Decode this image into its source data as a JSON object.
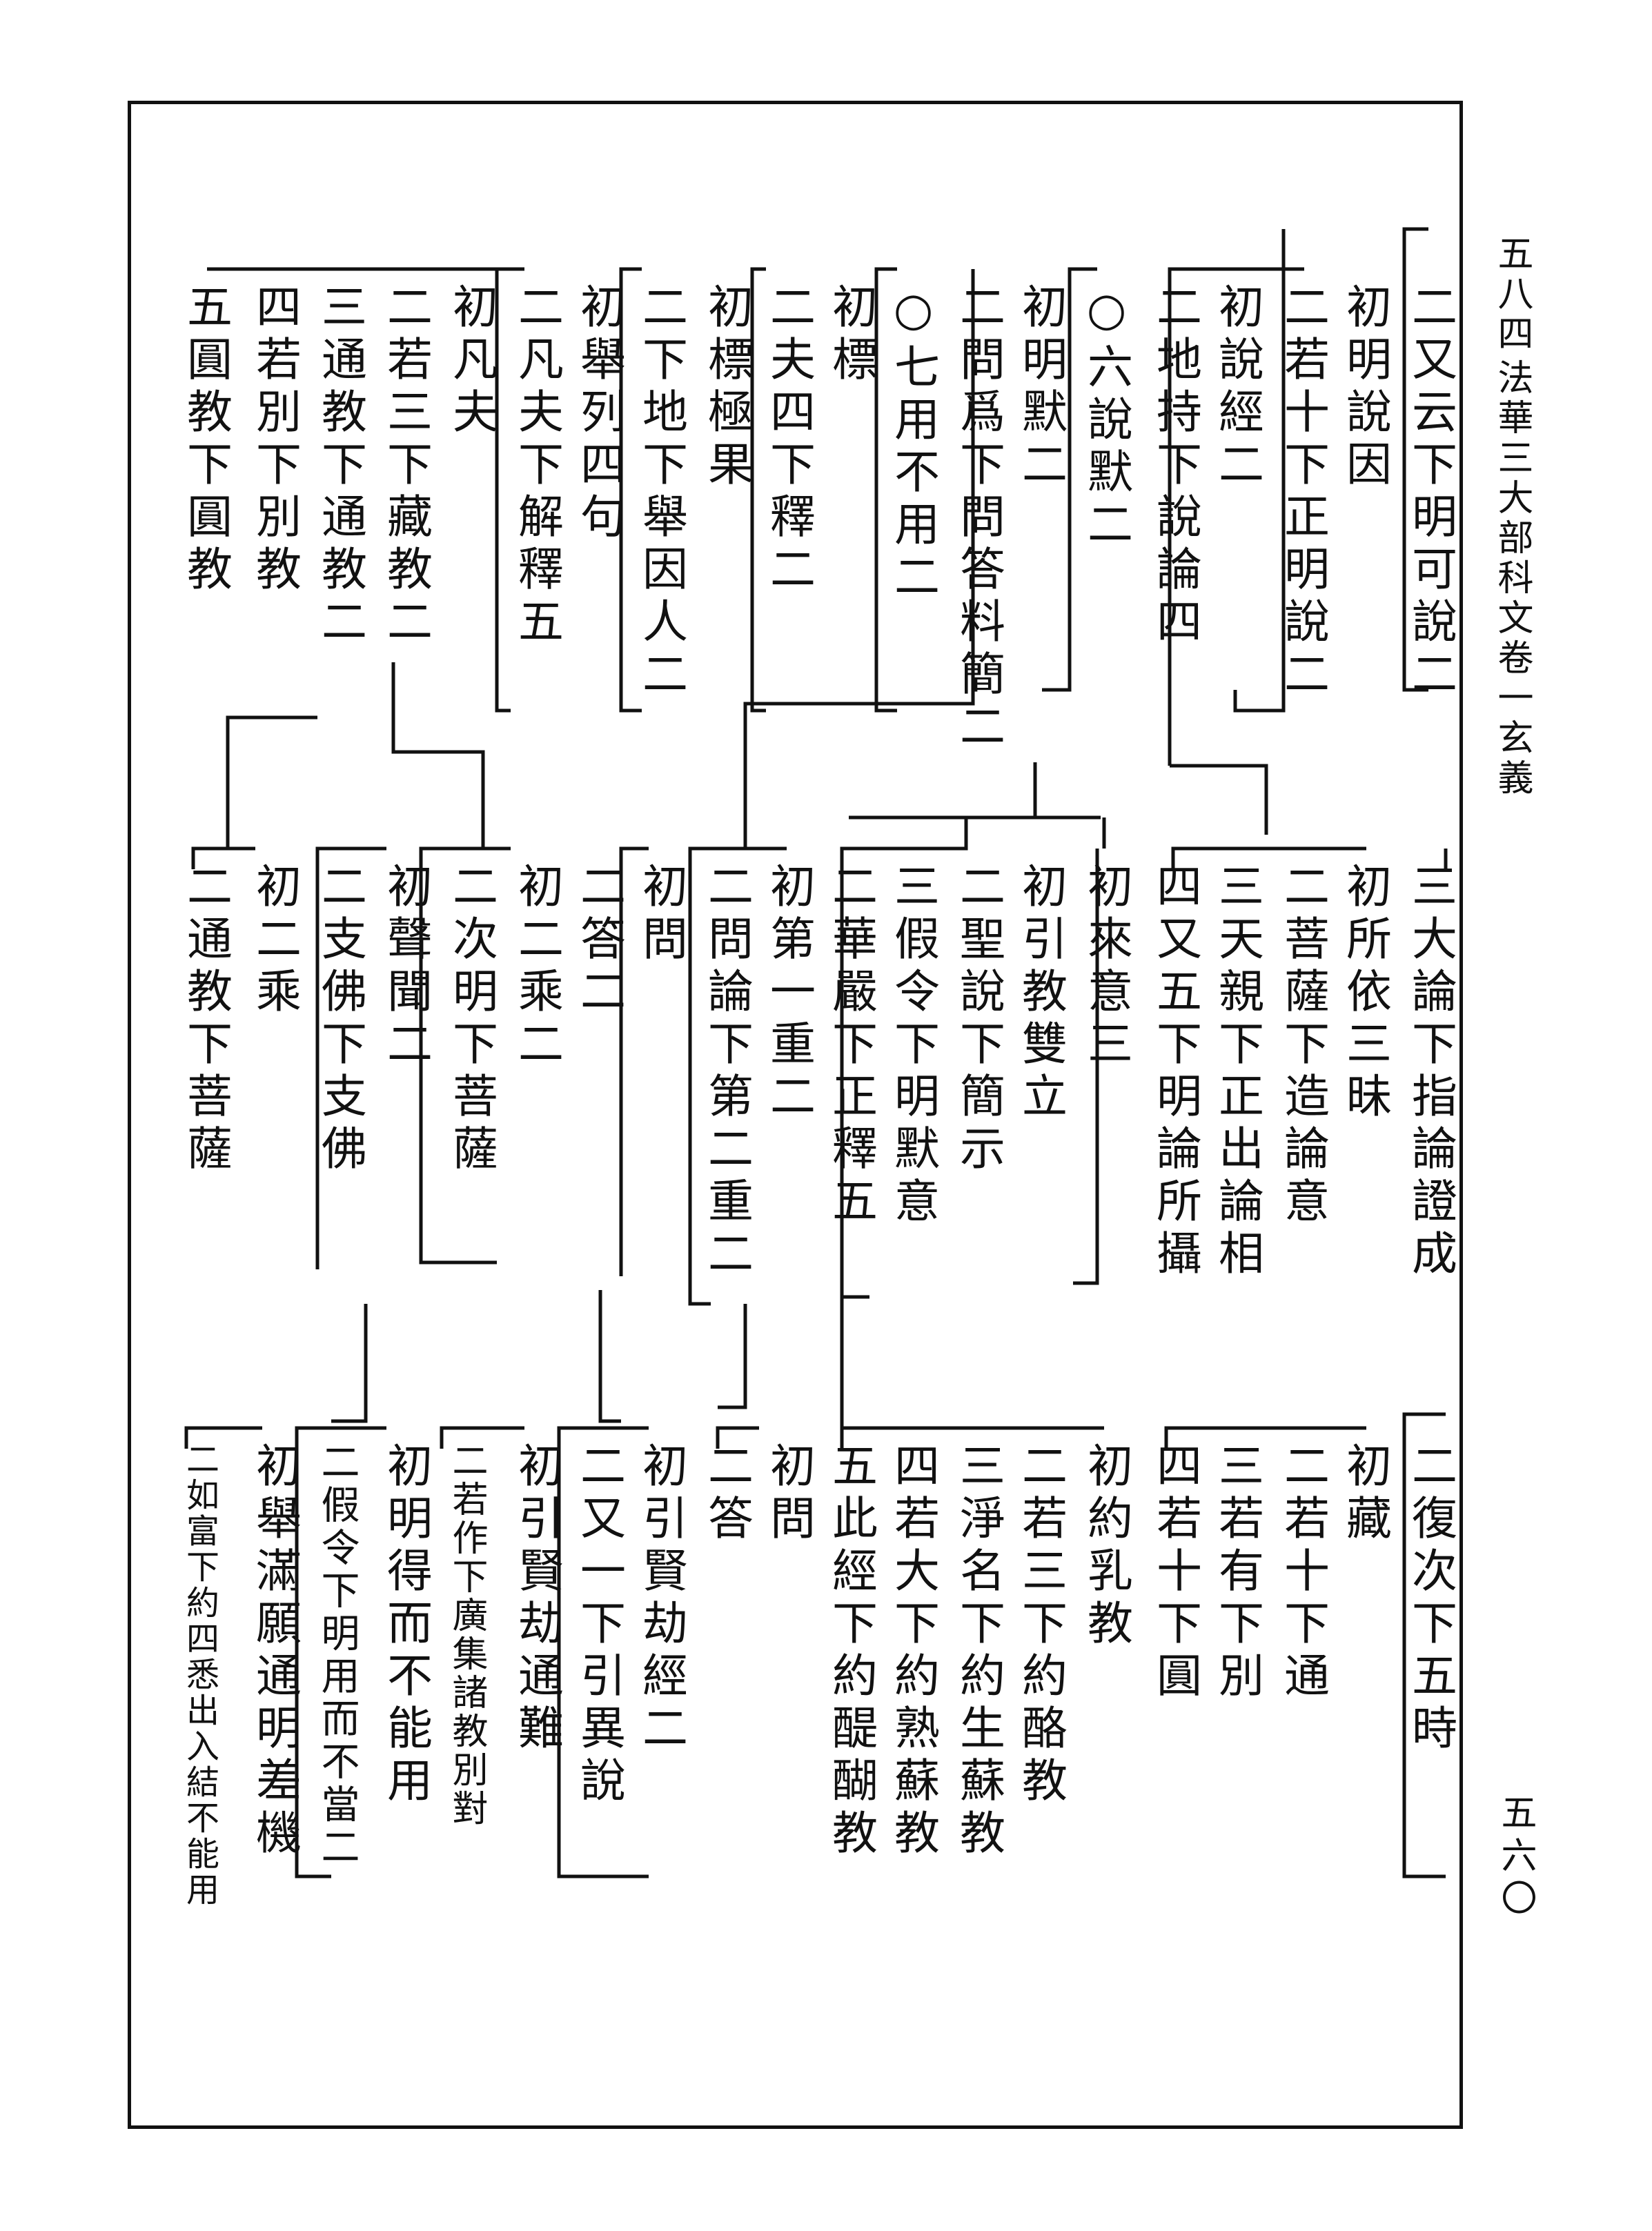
{
  "header": {
    "page_number": "五八四",
    "title": "法華三大部科文卷一玄義"
  },
  "footer": {
    "page_number": "五六〇"
  },
  "tiers": [
    {
      "name": "tier-1",
      "columns": [
        {
          "key": "t1c1",
          "text": "二又云下明可說二"
        },
        {
          "key": "t1c2",
          "text": "初明說因"
        },
        {
          "key": "t1c3",
          "text": "二若十下正明說二"
        },
        {
          "key": "t1c4",
          "text": "初說經二"
        },
        {
          "key": "t1c5",
          "text": "二地持下說論四"
        },
        {
          "key": "t1c6",
          "text": "○六說默二"
        },
        {
          "key": "t1c7",
          "text": "初明默二"
        },
        {
          "key": "t1c8",
          "text": "二問爲下問答料簡二"
        },
        {
          "key": "t1c9",
          "text": "○七用不用二"
        },
        {
          "key": "t1c10",
          "text": "初標"
        },
        {
          "key": "t1c11",
          "text": "二夫四下釋二"
        },
        {
          "key": "t1c12",
          "text": "初標極果"
        },
        {
          "key": "t1c13",
          "text": "二下地下舉因人二"
        },
        {
          "key": "t1c14",
          "text": "初舉列四句"
        },
        {
          "key": "t1c15",
          "text": "二凡夫下解釋五"
        },
        {
          "key": "t1c16",
          "text": "初凡夫"
        },
        {
          "key": "t1c17",
          "text": "二若三下藏教二"
        },
        {
          "key": "t1c18",
          "text": "三通教下通教二"
        },
        {
          "key": "t1c19",
          "text": "四若別下別教"
        },
        {
          "key": "t1c20",
          "text": "五圓教下圓教"
        }
      ]
    },
    {
      "name": "tier-2",
      "columns": [
        {
          "key": "t2c1",
          "text": "三大論下指論證成"
        },
        {
          "key": "t2c2",
          "text": "初所依三昧"
        },
        {
          "key": "t2c3",
          "text": "二菩薩下造論意"
        },
        {
          "key": "t2c4",
          "text": "三天親下正出論相"
        },
        {
          "key": "t2c5",
          "text": "四又五下明論所攝"
        },
        {
          "key": "t2c6",
          "text": "初來意三"
        },
        {
          "key": "t2c7",
          "text": "初引教雙立"
        },
        {
          "key": "t2c8",
          "text": "二聖說下簡示"
        },
        {
          "key": "t2c9",
          "text": "三假令下明默意"
        },
        {
          "key": "t2c10",
          "text": "二華嚴下正釋五"
        },
        {
          "key": "t2c11",
          "text": "初第一重二"
        },
        {
          "key": "t2c12",
          "text": "二問論下第二重二"
        },
        {
          "key": "t2c13",
          "text": "初問"
        },
        {
          "key": "t2c14",
          "text": "二答二"
        },
        {
          "key": "t2c15",
          "text": "初二乘二"
        },
        {
          "key": "t2c16",
          "text": "二次明下菩薩"
        },
        {
          "key": "t2c17",
          "text": "初聲聞二"
        },
        {
          "key": "t2c18",
          "text": "二支佛下支佛"
        },
        {
          "key": "t2c19",
          "text": "初二乘"
        },
        {
          "key": "t2c20",
          "text": "二通教下菩薩"
        }
      ]
    },
    {
      "name": "tier-3",
      "columns": [
        {
          "key": "t3c1",
          "text": "二復次下五時"
        },
        {
          "key": "t3c2",
          "text": "初藏"
        },
        {
          "key": "t3c3",
          "text": "二若十下通"
        },
        {
          "key": "t3c4",
          "text": "三若有下別"
        },
        {
          "key": "t3c5",
          "text": "四若十下圓"
        },
        {
          "key": "t3c6",
          "text": "初約乳教"
        },
        {
          "key": "t3c7",
          "text": "二若三下約酪教"
        },
        {
          "key": "t3c8",
          "text": "三淨名下約生蘇教"
        },
        {
          "key": "t3c9",
          "text": "四若大下約熟蘇教"
        },
        {
          "key": "t3c10",
          "text": "五此經下約醍醐教"
        },
        {
          "key": "t3c11",
          "text": "初問"
        },
        {
          "key": "t3c12",
          "text": "二答"
        },
        {
          "key": "t3c13",
          "text": "初引賢劫經二"
        },
        {
          "key": "t3c14",
          "text": "二又一下引異說"
        },
        {
          "key": "t3c15",
          "text": "初引賢劫通難"
        },
        {
          "key": "t3c16",
          "text": "二若作下廣集諸教別對"
        },
        {
          "key": "t3c17",
          "text": "初明得而不能用"
        },
        {
          "key": "t3c18",
          "text": "二假令下明用而不當二"
        },
        {
          "key": "t3c19",
          "text": "初舉滿願通明差機"
        },
        {
          "key": "t3c20",
          "text": "二如富下約四悉出入結不能用"
        }
      ]
    }
  ]
}
